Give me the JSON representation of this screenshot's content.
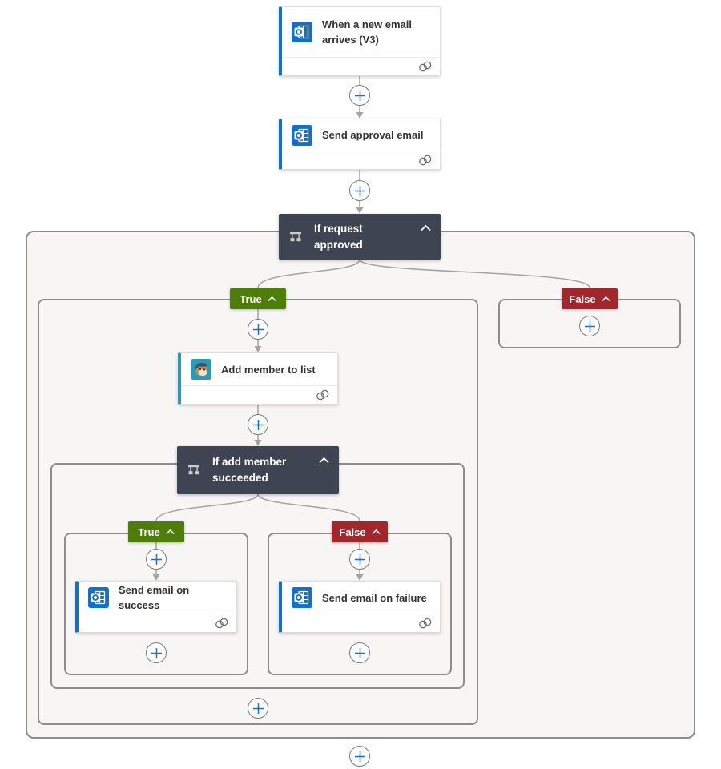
{
  "cards": {
    "trigger": {
      "title": "When a new email arrives (V3)",
      "icon": "outlook-icon"
    },
    "send_approval": {
      "title": "Send approval email",
      "icon": "outlook-icon"
    },
    "if_request": {
      "title": "If request approved",
      "icon": "condition-icon"
    },
    "add_member": {
      "title": "Add member to list",
      "icon": "mailchimp-icon"
    },
    "if_add_member": {
      "title": "If add member succeeded",
      "icon": "condition-icon"
    },
    "send_success": {
      "title": "Send email on success",
      "icon": "outlook-icon"
    },
    "send_failure": {
      "title": "Send email on failure",
      "icon": "outlook-icon"
    }
  },
  "badges": {
    "outer_true": "True",
    "outer_false": "False",
    "inner_true": "True",
    "inner_false": "False"
  },
  "icons": {
    "insert_step": "plus-icon",
    "collapse": "chevron-up-icon",
    "connection": "link-icon"
  },
  "colors": {
    "outlook_blue": "#1270c7",
    "mailchimp_teal": "#2c9ab7",
    "condition_dark": "#3e4452",
    "true_green": "#4e7d09",
    "false_red": "#a2262c",
    "plus_blue": "#1b6ec2",
    "connector_gray": "#a6a4a2",
    "scope_bg": "#f7f6f5",
    "scope_border": "#8f8d8b"
  }
}
